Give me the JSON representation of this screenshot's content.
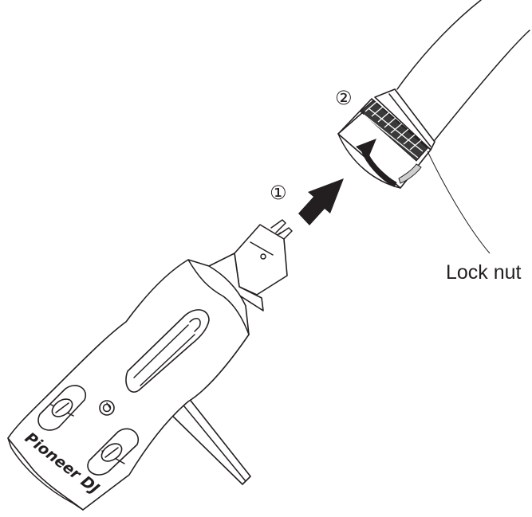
{
  "figure": {
    "step1_marker": "①",
    "step2_marker": "②",
    "callout_label": "Lock nut",
    "headshell_brand": "Pioneer DJ"
  },
  "colors": {
    "line": "#231f20",
    "arrow_fill": "#231f20",
    "knurl_fill": "#3a3a3a",
    "background": "#ffffff"
  },
  "icons": {
    "insert_arrow": "arrow-up-right",
    "rotate_arrow": "curved-arrow-rotate"
  }
}
